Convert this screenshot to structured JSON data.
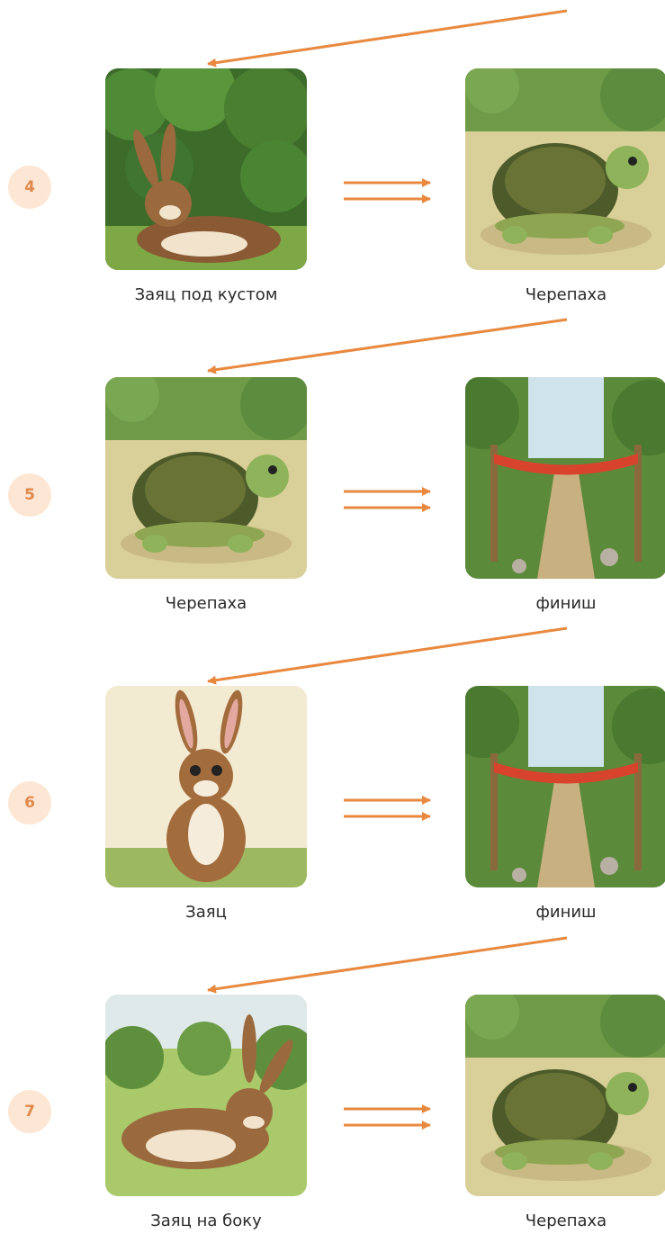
{
  "colors": {
    "accent": "#e8893f",
    "badge_bg": "#fde6d3",
    "badge_text": "#e0894a"
  },
  "rows": [
    {
      "number": "4",
      "left": {
        "label": "Заяц под кустом",
        "scene": "hare-lying-under-bush"
      },
      "right": {
        "label": "Черепаха",
        "scene": "turtle"
      }
    },
    {
      "number": "5",
      "left": {
        "label": "Черепаха",
        "scene": "turtle"
      },
      "right": {
        "label": "финиш",
        "scene": "finish-line"
      }
    },
    {
      "number": "6",
      "left": {
        "label": "Заяц",
        "scene": "hare-sitting"
      },
      "right": {
        "label": "финиш",
        "scene": "finish-line"
      }
    },
    {
      "number": "7",
      "left": {
        "label": "Заяц на боку",
        "scene": "hare-lying-in-meadow"
      },
      "right": {
        "label": "Черепаха",
        "scene": "turtle"
      }
    }
  ]
}
